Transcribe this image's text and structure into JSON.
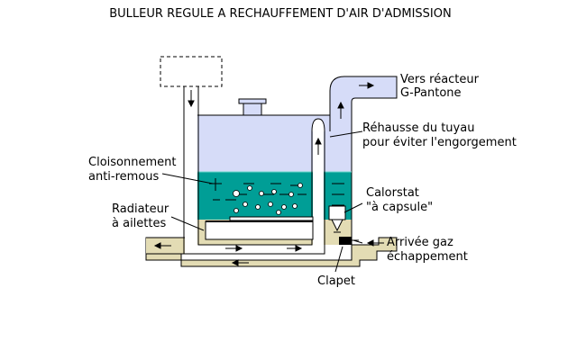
{
  "title": "BULLEUR REGULE A RECHAUFFEMENT D'AIR D'ADMISSION",
  "labels": {
    "outlet_line1": "Vers réacteur",
    "outlet_line2": "G-Pantone",
    "riser_line1": "Réhausse du tuyau",
    "riser_line2": "pour éviter l'engorgement",
    "baffle_line1": "Cloisonnement",
    "baffle_line2": "anti-remous",
    "radiator_line1": "Radiateur",
    "radiator_line2": "à ailettes",
    "thermostat_line1": "Calorstat",
    "thermostat_line2": "\"à capsule\"",
    "inlet_line1": "Arrivée gaz",
    "inlet_line2": "échappement",
    "valve": "Clapet"
  },
  "colors": {
    "air": "#d6dcf8",
    "water": "#009e96",
    "exhaust": "#e3dcb4",
    "lines": "#000000",
    "background": "#ffffff"
  }
}
